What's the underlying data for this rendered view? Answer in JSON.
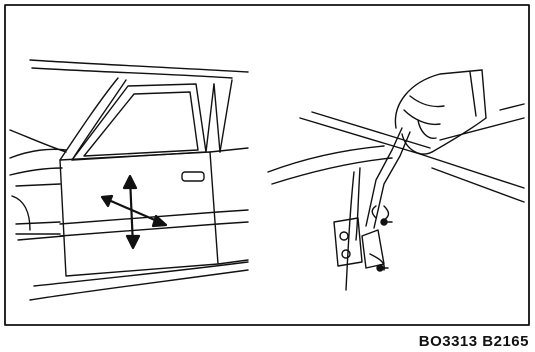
{
  "figure": {
    "reference_code": "BO3313 B2165",
    "line_color": "#111111",
    "background": "#ffffff"
  },
  "panels": [
    {
      "id": "door-adjustment-panel",
      "arrow_icon": "four-way-arrow-icon"
    },
    {
      "id": "hinge-wrench-panel",
      "tool_icon": "wrench-icon"
    }
  ]
}
